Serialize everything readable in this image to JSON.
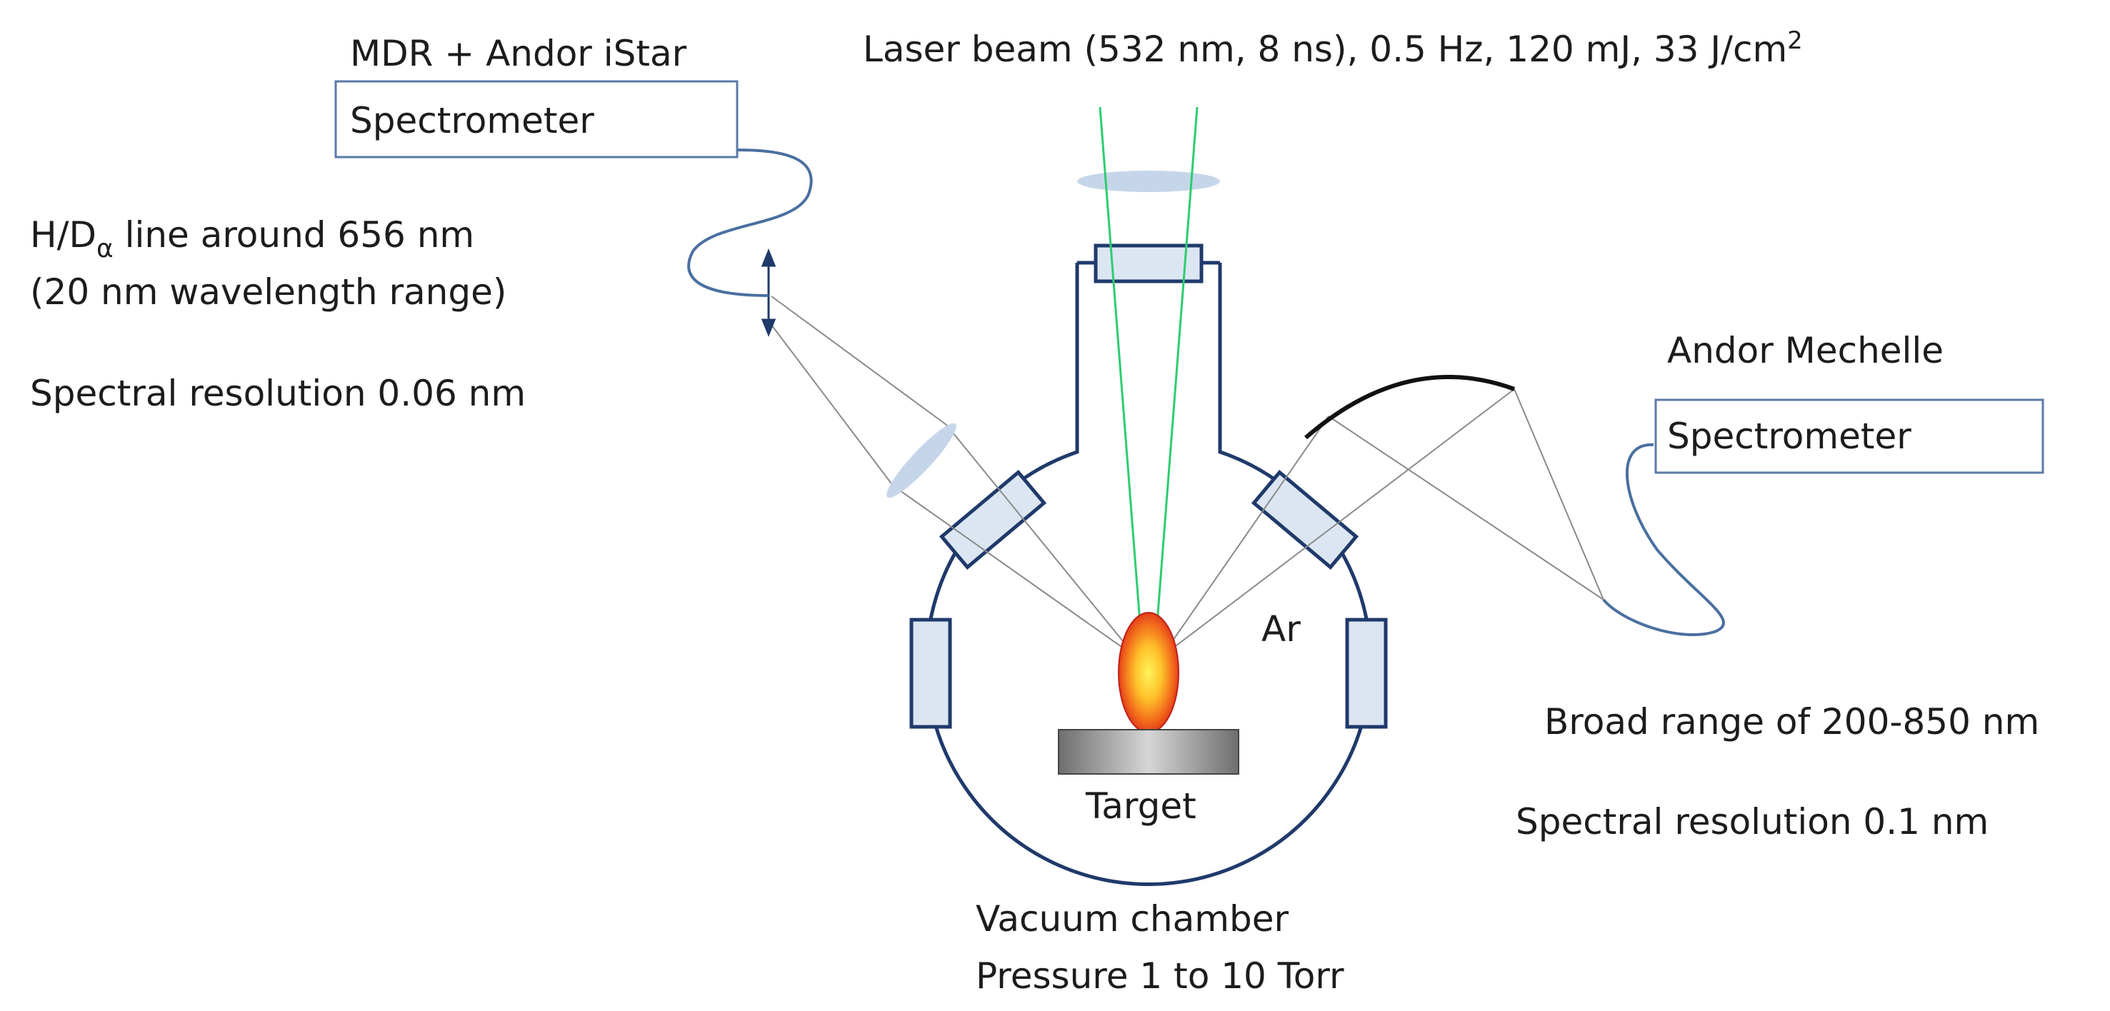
{
  "labels": {
    "laser_beam": "Laser beam (532 nm, 8 ns), 0.5 Hz, 120 mJ, 33 J/cm",
    "laser_beam_sup": "2",
    "left_spectrometer_name": "MDR + Andor iStar",
    "left_spectrometer_box": "Spectrometer",
    "hd_line_prefix": "H/D",
    "hd_line_sub": "α",
    "hd_line_suffix": " line around 656 nm",
    "wavelength_range": "(20 nm wavelength range)",
    "left_resolution": "Spectral resolution 0.06 nm",
    "right_spectrometer_name": "Andor Mechelle",
    "right_spectrometer_box": "Spectrometer",
    "broad_range": "Broad range of 200-850 nm",
    "right_resolution": "Spectral resolution 0.1 nm",
    "gas": "Ar",
    "target": "Target",
    "chamber": "Vacuum chamber",
    "pressure": "Pressure 1 to 10 Torr"
  },
  "colors": {
    "chamber_outline": "#1f3a6b",
    "window_fill": "#dce6f2",
    "lens_fill": "#c6d6ea",
    "laser_beam": "#2ecc71",
    "fiber": "#4a6fa0",
    "light_path": "#8a8a8a",
    "mirror": "#111111",
    "box_border": "#5b7aa8",
    "plasma_core": "#ffd93a",
    "plasma_edge": "#e8341c"
  }
}
